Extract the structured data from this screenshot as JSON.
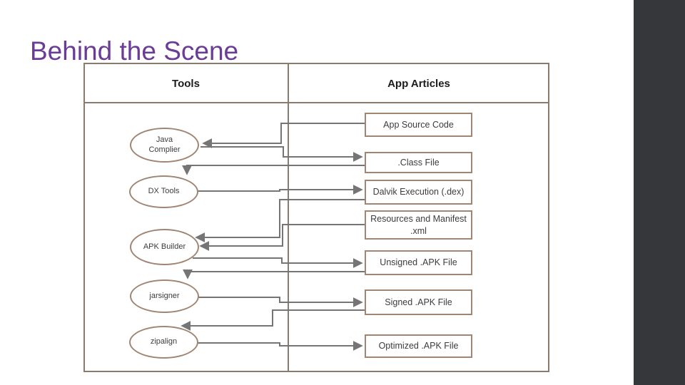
{
  "slide": {
    "title": "Behind the Scene"
  },
  "table": {
    "headers": {
      "tools": "Tools",
      "articles": "App Articles"
    }
  },
  "tools": [
    {
      "label": "Java Complier"
    },
    {
      "label": "DX Tools"
    },
    {
      "label": "APK Builder"
    },
    {
      "label": "jarsigner"
    },
    {
      "label": "zipalign"
    }
  ],
  "artifacts": [
    {
      "label": "App Source Code"
    },
    {
      "label": ".Class File"
    },
    {
      "label": "Dalvik Execution (.dex)"
    },
    {
      "label": "Resources and Manifest .xml"
    },
    {
      "label": "Unsigned .APK File"
    },
    {
      "label": "Signed .APK File"
    },
    {
      "label": "Optimized .APK File"
    }
  ],
  "flow": [
    {
      "from": "App Source Code",
      "to": "Java Complier"
    },
    {
      "from": "Java Complier",
      "to": ".Class File"
    },
    {
      "from": ".Class File",
      "to": "DX Tools"
    },
    {
      "from": "DX Tools",
      "to": "Dalvik Execution (.dex)"
    },
    {
      "from": "Dalvik Execution (.dex)",
      "to": "APK Builder"
    },
    {
      "from": "Resources and Manifest .xml",
      "to": "APK Builder"
    },
    {
      "from": "APK Builder",
      "to": "Unsigned .APK File"
    },
    {
      "from": "Unsigned .APK File",
      "to": "jarsigner"
    },
    {
      "from": "jarsigner",
      "to": "Signed .APK File"
    },
    {
      "from": "Signed .APK File",
      "to": "zipalign"
    },
    {
      "from": "zipalign",
      "to": "Optimized .APK File"
    }
  ],
  "colors": {
    "title": "#6a3b97",
    "table_border": "#8b7b6d",
    "shape_border": "#a08573",
    "connector": "#757575",
    "sidebar": "#35373a"
  }
}
